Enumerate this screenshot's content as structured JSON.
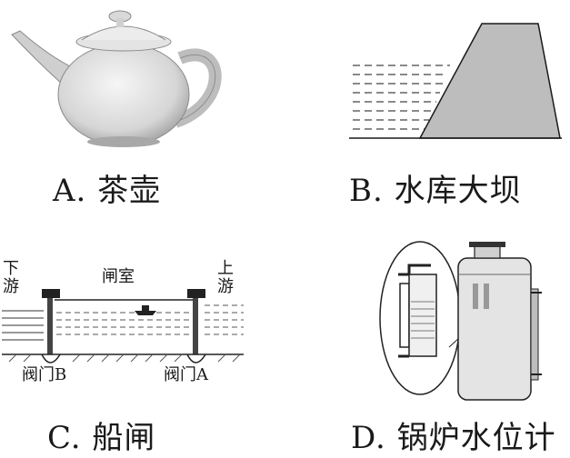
{
  "options": [
    {
      "letter": "A",
      "caption": "A. 茶壶"
    },
    {
      "letter": "B",
      "caption": "B. 水库大坝"
    },
    {
      "letter": "C",
      "caption": "C. 船闸"
    },
    {
      "letter": "D",
      "caption": "D. 锅炉水位计"
    }
  ],
  "lock_diagram": {
    "downstream": [
      "下",
      "游"
    ],
    "lock_chamber": "闸室",
    "upstream": [
      "上",
      "游"
    ],
    "valve_b": "阀门B",
    "valve_a": "阀门A"
  },
  "icons": [
    "teapot-icon",
    "dam-icon",
    "ship-lock-icon",
    "boiler-gauge-icon"
  ]
}
